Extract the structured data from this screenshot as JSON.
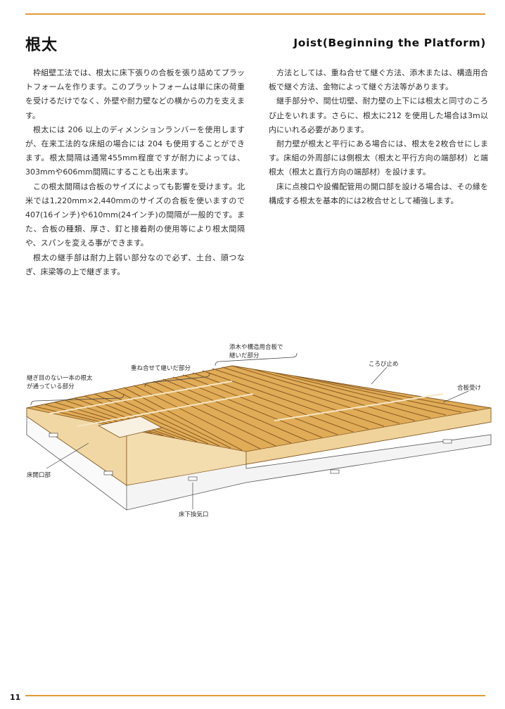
{
  "header": {
    "title_jp": "根太",
    "title_en": "Joist(Beginning the Platform)"
  },
  "left_column": {
    "paragraphs": [
      "枠組壁工法では、根太に床下張りの合板を張り詰めてプラットフォームを作ります。このプラットフォームは単に床の荷重を受けるだけでなく、外壁や耐力壁などの横からの力を支えます。",
      "根太には 206 以上のディメンションランバーを使用しますが、在来工法的な床組の場合には 204 も使用することができます。根太間隔は通常455mm程度ですが耐力によっては、303mmや606mm間隔にすることも出来ます。",
      "この根太間隔は合板のサイズによっても影響を受けます。北米では1,220mm×2,440mmのサイズの合板を使いますので407(16インチ)や610mm(24インチ)の間隔が一般的です。また、合板の種類、厚さ、釘と接着剤の使用等により根太間隔や、スパンを変える事ができます。",
      "根太の継手部は耐力上弱い部分なので必ず、土台、頭つなぎ、床梁等の上で継ぎます。"
    ]
  },
  "right_column": {
    "paragraphs": [
      "方法としては、重ね合せて継ぐ方法、添木または、構造用合板で継ぐ方法、金物によって継ぐ方法等があります。",
      "継手部分や、間仕切壁、耐力壁の上下には根太と同寸のころび止をいれます。さらに、根太に212 を使用した場合は3m以内にいれる必要があります。",
      "耐力壁が根太と平行にある場合には、根太を2枚合せにします。床組の外周部には側根太（根太と平行方向の端部材）と端根太（根太と直行方向の端部材）を設けます。",
      "床に点検口や設備配管用の開口部を設ける場合は、その縁を構成する根太を基本的には2枚合せとして補強します。"
    ]
  },
  "figure": {
    "labels": {
      "continuous_joist_1": "継ぎ目のない一本の根太",
      "continuous_joist_2": "が通っている部分",
      "lapped_joint": "重ね合せて継いだ部分",
      "spliced_joint_1": "添木や構造用合板で",
      "spliced_joint_2": "継いだ部分",
      "blocking": "ころび止め",
      "ledger": "合板受け",
      "floor_opening": "床開口部",
      "underfloor_vent": "床下換気口"
    }
  },
  "footer": {
    "page_number": "11"
  },
  "colors": {
    "accent_rule": "#e39a3a",
    "wood": "#d9a24c",
    "wood_dark": "#a8702a"
  }
}
